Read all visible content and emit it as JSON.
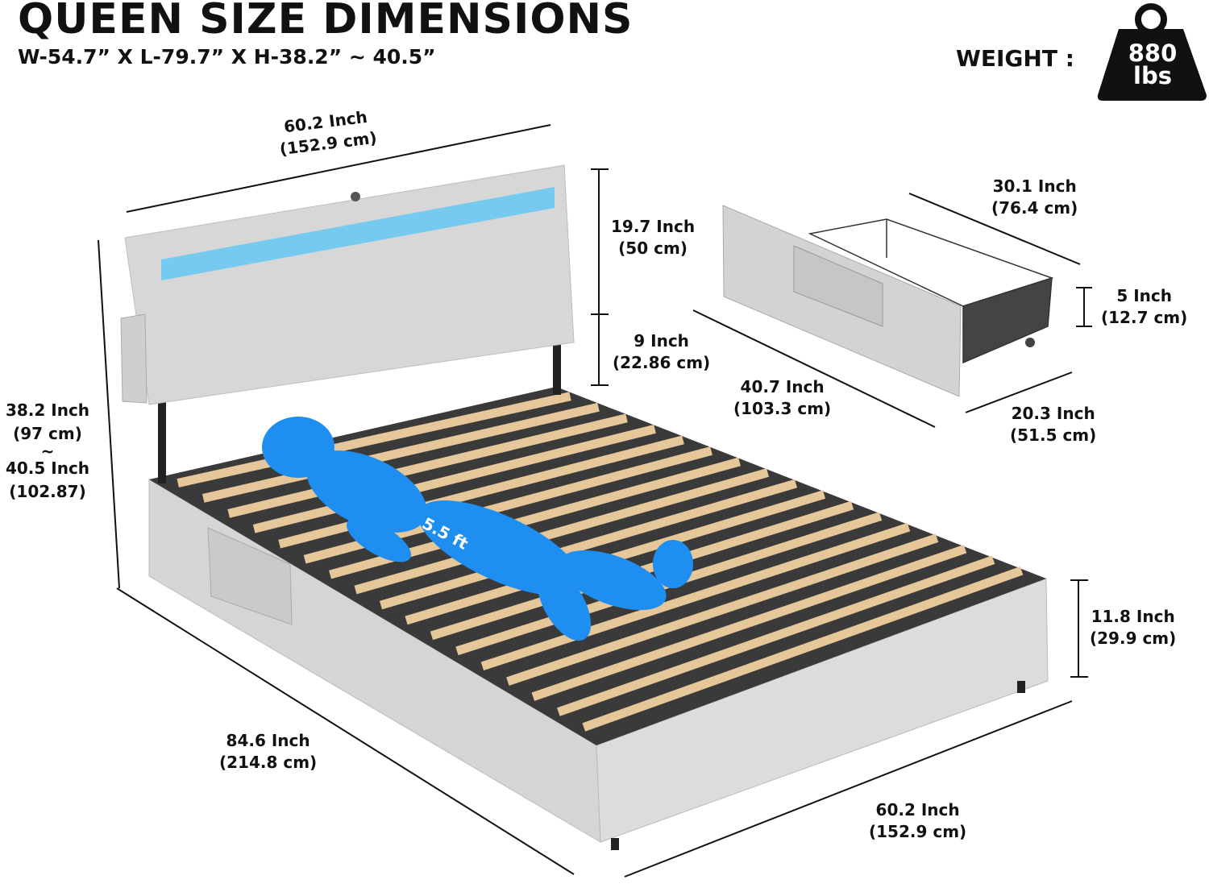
{
  "header": {
    "title": "QUEEN SIZE DIMENSIONS",
    "subtitle": "W-54.7” X L-79.7” X H-38.2” ~ 40.5”",
    "weight_label": "WEIGHT :",
    "weight_value": "880",
    "weight_unit": "lbs"
  },
  "dimensions": {
    "headboard_width": {
      "inch": "60.2 Inch",
      "cm": "(152.9 cm)"
    },
    "headboard_height": {
      "inch": "19.7 Inch",
      "cm": "(50 cm)"
    },
    "leg_height": {
      "inch": "9 Inch",
      "cm": "(22.86 cm)"
    },
    "total_height": {
      "inch": "38.2 Inch",
      "cm": "(97 cm)",
      "sep": "~",
      "inch2": "40.5 Inch",
      "cm2": "(102.87)"
    },
    "bed_length": {
      "inch": "84.6 Inch",
      "cm": "(214.8 cm)"
    },
    "bed_width": {
      "inch": "60.2 Inch",
      "cm": "(152.9 cm)"
    },
    "frame_height": {
      "inch": "11.8 Inch",
      "cm": "(29.9 cm)"
    },
    "drawer_length": {
      "inch": "30.1 Inch",
      "cm": "(76.4 cm)"
    },
    "drawer_height": {
      "inch": "5 Inch",
      "cm": "(12.7 cm)"
    },
    "drawer_depth": {
      "inch": "40.7 Inch",
      "cm": "(103.3 cm)"
    },
    "drawer_width": {
      "inch": "20.3 Inch",
      "cm": "(51.5 cm)"
    }
  },
  "figure_label": "5.5 ft",
  "colors": {
    "fabric": "#d9d9d9",
    "led": "#5fc3f0",
    "mannequin": "#1e8ff0",
    "slat": "#e6c79a"
  }
}
